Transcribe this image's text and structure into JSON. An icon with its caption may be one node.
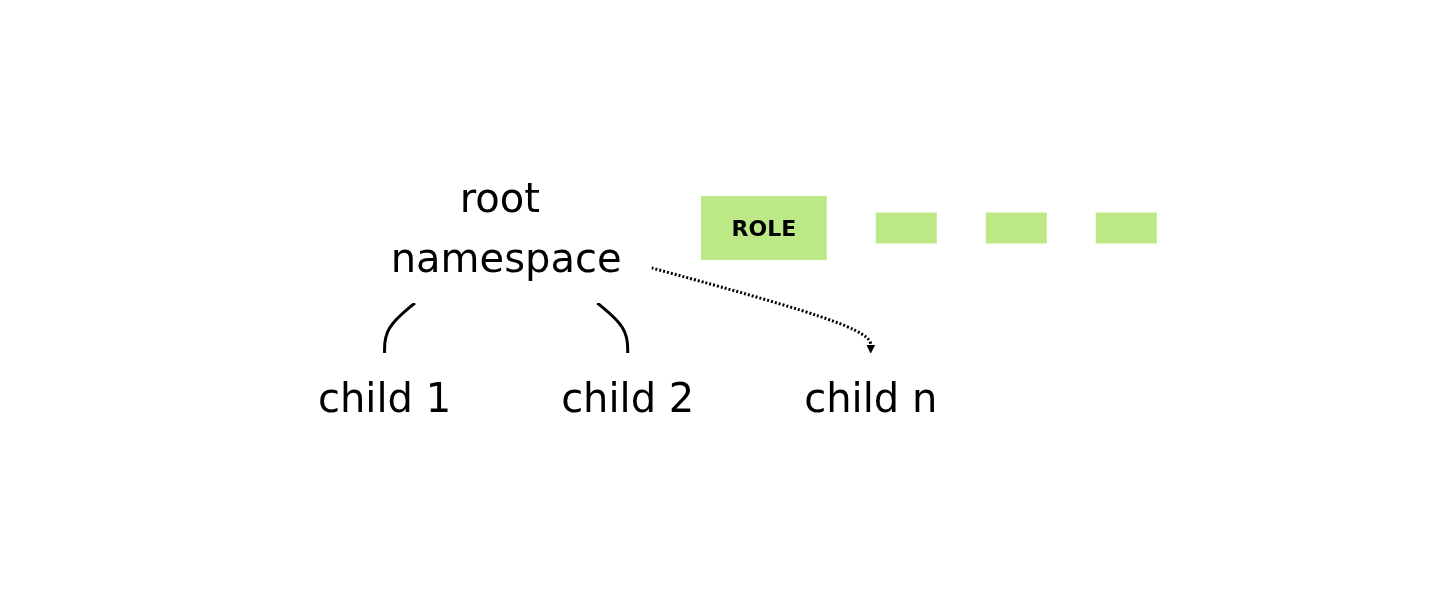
{
  "diagram": {
    "nodes": [
      {
        "text": [
          "root namespace"
        ]
      },
      {
        "text": [
          "ROLE"
        ]
      },
      {
        "text": [
          "child 1"
        ]
      },
      {
        "text": [],
        "shape": "box"
      },
      {
        "text": [
          "child 2"
        ]
      },
      {
        "text": [],
        "shape": "box"
      },
      {
        "text": [
          "child n"
        ]
      },
      {
        "text": [],
        "shape": "box"
      }
    ],
    "edges": [
      {
        "from": 0,
        "to": 2,
        "arrow": "none"
      },
      {
        "from": 0,
        "to": 4,
        "arrow": "none"
      },
      {
        "from": 0,
        "to": 6,
        "arrow": "to",
        "style": "dashed"
      }
    ]
  }
}
